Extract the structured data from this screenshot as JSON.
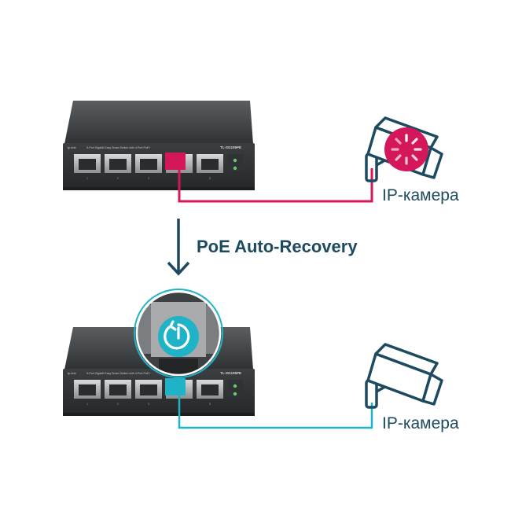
{
  "heading": "PoE Auto-Recovery",
  "camera_label": "IP-камера",
  "switch": {
    "model": "TL-SG105PE",
    "description": "5-Port Gigabit Easy Smart Switch with 4-Port PoE+",
    "port_numbers": [
      "1",
      "2",
      "3",
      "4",
      "5"
    ]
  },
  "colors": {
    "fault": "#d4165a",
    "recovered": "#1fb3c8",
    "text": "#1d4a60",
    "switch_body": "#3a3d3f"
  },
  "icons": {
    "arrow": "arrow-down-icon",
    "fault_indicator": "loading-spinner-icon",
    "recovery_indicator": "power-restart-icon",
    "camera": "cctv-camera-icon"
  }
}
